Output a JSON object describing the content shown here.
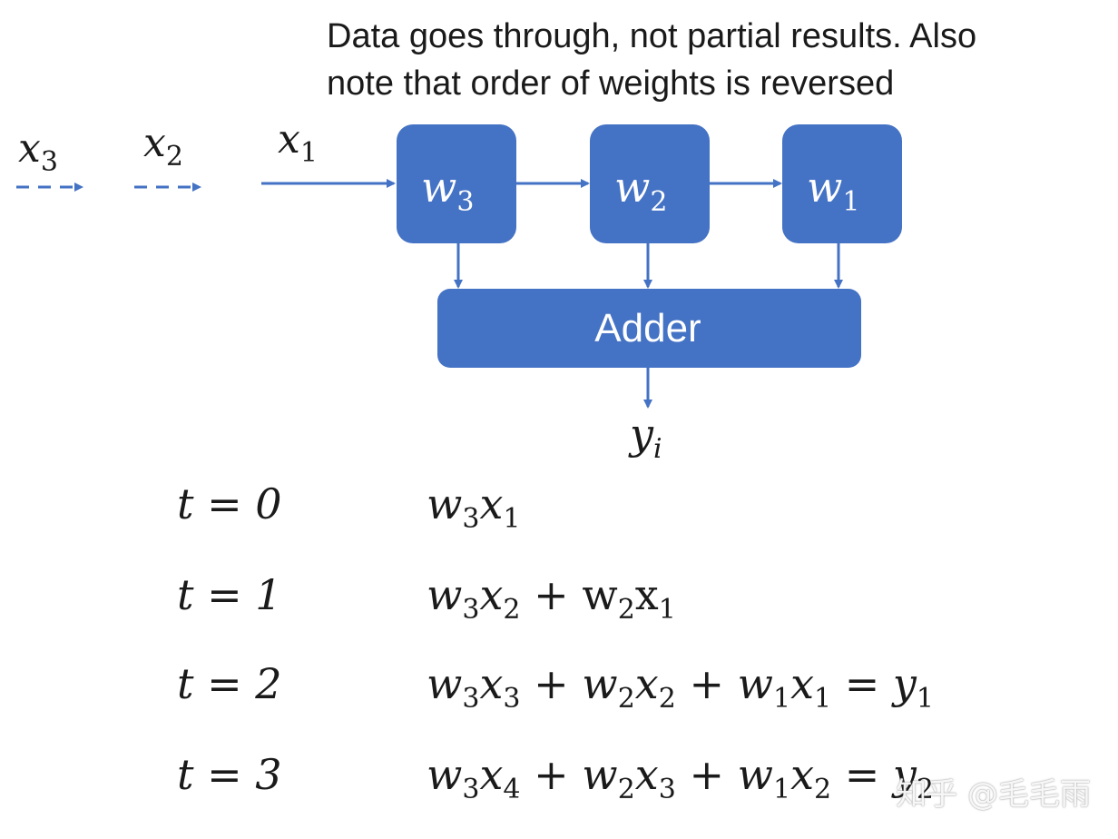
{
  "note": {
    "line1": "Data goes through, not partial results. Also",
    "line2": "note that order of weights is reversed"
  },
  "inputs": [
    {
      "var": "x",
      "sub": "3"
    },
    {
      "var": "x",
      "sub": "2"
    },
    {
      "var": "x",
      "sub": "1"
    }
  ],
  "weights": [
    {
      "var": "w",
      "sub": "3"
    },
    {
      "var": "w",
      "sub": "2"
    },
    {
      "var": "w",
      "sub": "1"
    }
  ],
  "adder_label": "Adder",
  "output": {
    "var": "y",
    "sub": "i"
  },
  "timesteps": [
    {
      "label": "t = 0",
      "expr": "w3x1"
    },
    {
      "label": "t = 1",
      "expr": "w3x2 + w2x1"
    },
    {
      "label": "t = 2",
      "expr": "w3x3 + w2x2 + w1x1 = y1"
    },
    {
      "label": "t = 3",
      "expr": "w3x4 + w2x3 + w1x2 = y2"
    }
  ],
  "colors": {
    "box_fill": "#4472c4",
    "arrow": "#4472c4",
    "box_text": "#ffffff"
  },
  "watermark": "知乎 @毛毛雨"
}
